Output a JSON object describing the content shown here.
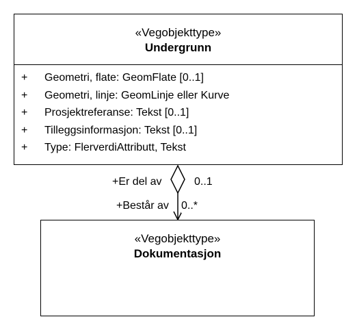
{
  "classes": {
    "undergrunn": {
      "stereotype": "«Vegobjekttype»",
      "name": "Undergrunn",
      "attributes": [
        {
          "visibility": "+",
          "text": "Geometri, flate: GeomFlate [0..1]"
        },
        {
          "visibility": "+",
          "text": "Geometri, linje: GeomLinje eller Kurve"
        },
        {
          "visibility": "+",
          "text": "Prosjektreferanse: Tekst [0..1]"
        },
        {
          "visibility": "+",
          "text": "Tilleggsinformasjon: Tekst [0..1]"
        },
        {
          "visibility": "+",
          "text": "Type: FlerverdiAttributt, Tekst"
        }
      ]
    },
    "dokumentasjon": {
      "stereotype": "«Vegobjekttype»",
      "name": "Dokumentasjon"
    }
  },
  "association": {
    "kind": "aggregation",
    "source_role": "+Er del av",
    "source_multiplicity": "0..1",
    "target_role": "+Består av",
    "target_multiplicity": "0..*"
  }
}
